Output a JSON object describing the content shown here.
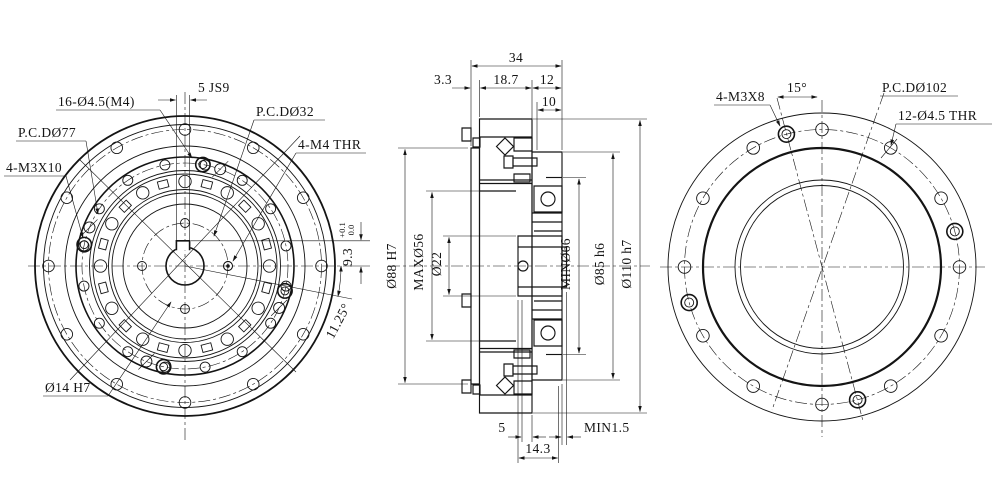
{
  "drawing": {
    "background": "#ffffff",
    "ink": "#141414",
    "front_view": {
      "keyway_width": "5 JS9",
      "holes_pattern": "16-Ø4.5(M4)",
      "pcd_inner": "P.C.DØ32",
      "pcd_mid": "P.C.DØ77",
      "screws": "4-M3X10",
      "tapped_holes": "4-M4 THR",
      "keyway_depth": "9.3",
      "tol_upper": "+0.1",
      "tol_lower": "0.0",
      "hole_angle": "11.25°",
      "bore": "Ø14 H7"
    },
    "section_view": {
      "overall_width": "34",
      "flange_thickness": "3.3",
      "body_width": "18.7",
      "rear_width": "12",
      "spigot_length": "10",
      "hub_width": "5",
      "rear_depth": "14.3",
      "clearance": "MIN1.5",
      "dia_flange": "Ø88 H7",
      "dia_cavity": "MAXØ56",
      "dia_hub_bore": "Ø22",
      "dia_output_bore": "MINØ66",
      "dia_spigot": "Ø85 h6",
      "dia_housing": "Ø110 h7"
    },
    "rear_view": {
      "screws": "4-M3X8",
      "screw_angle": "15°",
      "pcd": "P.C.DØ102",
      "holes": "12-Ø4.5 THR"
    }
  }
}
